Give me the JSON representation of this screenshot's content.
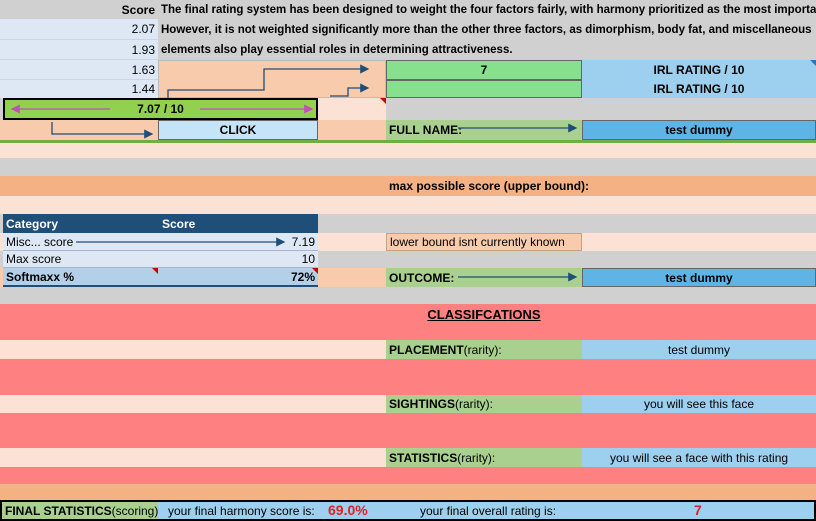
{
  "top": {
    "score_header": "Score",
    "scores": [
      "2.07",
      "1.93",
      "1.63",
      "1.44"
    ],
    "description_lines": [
      "The final rating system has been designed to weight the four factors fairly, with harmony prioritized as the most important.",
      "However, it is not weighted significantly more than the other three factors, as dimorphism, body fat, and miscellaneous",
      "elements also play essential roles in determining attractiveness."
    ],
    "rating_value": "7",
    "irl_rating_label_1": "IRL RATING / 10",
    "irl_rating_label_2": "IRL RATING / 10",
    "overall_rating": "7.07 / 10",
    "click_button": "CLICK",
    "full_name_label": "FULL NAME:",
    "full_name_value": "test dummy",
    "max_score_label": "max possible score (upper bound):"
  },
  "table": {
    "header_category": "Category",
    "header_score": "Score",
    "rows": [
      {
        "category": "Misc... score",
        "score": "7.19"
      },
      {
        "category": "Max score",
        "score": "10"
      },
      {
        "category": "Softmaxx %",
        "score": "72%"
      }
    ],
    "lower_bound_note": "lower bound isnt currently known",
    "outcome_label": "OUTCOME:",
    "outcome_value": "test dummy"
  },
  "classifications": {
    "title": "CLASSIFCATIONS",
    "placement_label": "PLACEMENT",
    "placement_suffix": " (rarity):",
    "placement_value": "test dummy",
    "sightings_label": "SIGHTINGS",
    "sightings_suffix": " (rarity):",
    "sightings_value": "you will see this face",
    "statistics_label": "STATISTICS",
    "statistics_suffix": " (rarity):",
    "statistics_value": "you will see a face with this rating"
  },
  "final": {
    "label": "FINAL STATISTICS",
    "label_suffix": " (scoring):",
    "harmony_text": "your final harmony score is:",
    "harmony_value": "69.0%",
    "overall_text": "your final overall rating is:",
    "overall_value": "7"
  },
  "colors": {
    "peach": "#f8cbad",
    "gray": "#d0d0d0",
    "salmon": "#f4b183",
    "red": "#ff8080",
    "green": "#92d050",
    "blue": "#5fb4e6",
    "navy": "#1f4e78",
    "final_value_red": "#e0202a"
  }
}
